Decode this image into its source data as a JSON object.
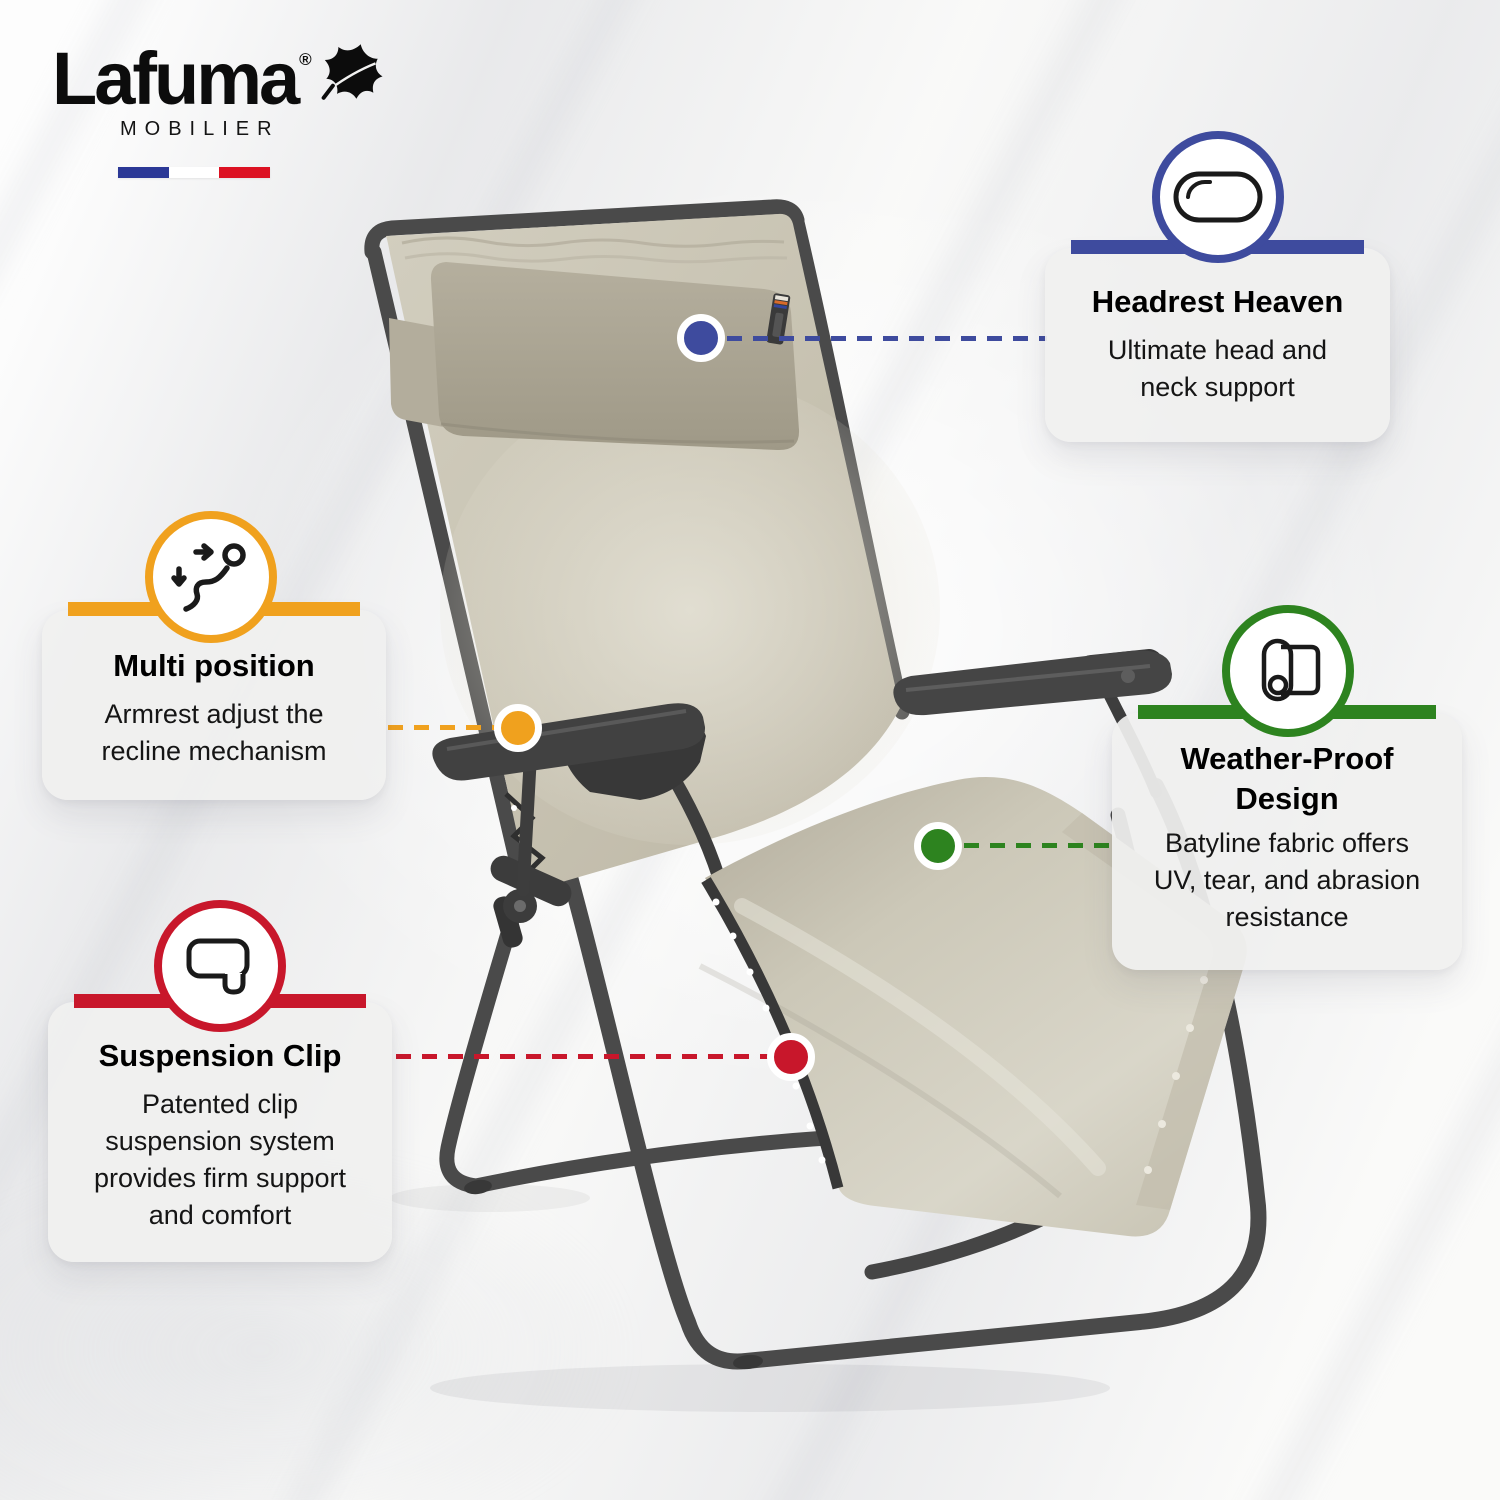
{
  "logo": {
    "brand": "Lafuma",
    "registered": "®",
    "subtitle": "MOBILIER",
    "leaf_icon": "leaf-icon",
    "flag_icon": "french-flag-icon",
    "flag_colors": {
      "blue": "#2B3896",
      "white": "#FFFFFF",
      "red": "#DC1122"
    }
  },
  "product": {
    "name": "zero gravity recliner chair",
    "fabric_color": "#CCC8B8",
    "pillow_color": "#ABA493",
    "frame_color": "#4A4A4A"
  },
  "callouts": [
    {
      "id": "headrest",
      "accent": "#3E4B9E",
      "icon": "headrest-icon",
      "title": "Headrest Heaven",
      "body": "Ultimate head and\nneck support"
    },
    {
      "id": "multi-position",
      "accent": "#F0A11E",
      "icon": "recline-figure-icon",
      "title": "Multi position",
      "body": "Armrest adjust the\nrecline mechanism"
    },
    {
      "id": "weather-proof",
      "accent": "#2D831F",
      "icon": "fabric-roll-icon",
      "title": "Weather-Proof\nDesign",
      "body": "Batyline fabric offers\nUV, tear, and abrasion\nresistance"
    },
    {
      "id": "suspension-clip",
      "accent": "#C8172B",
      "icon": "clip-icon",
      "title": "Suspension Clip",
      "body": "Patented clip\nsuspension system\nprovides firm support\nand comfort"
    }
  ]
}
